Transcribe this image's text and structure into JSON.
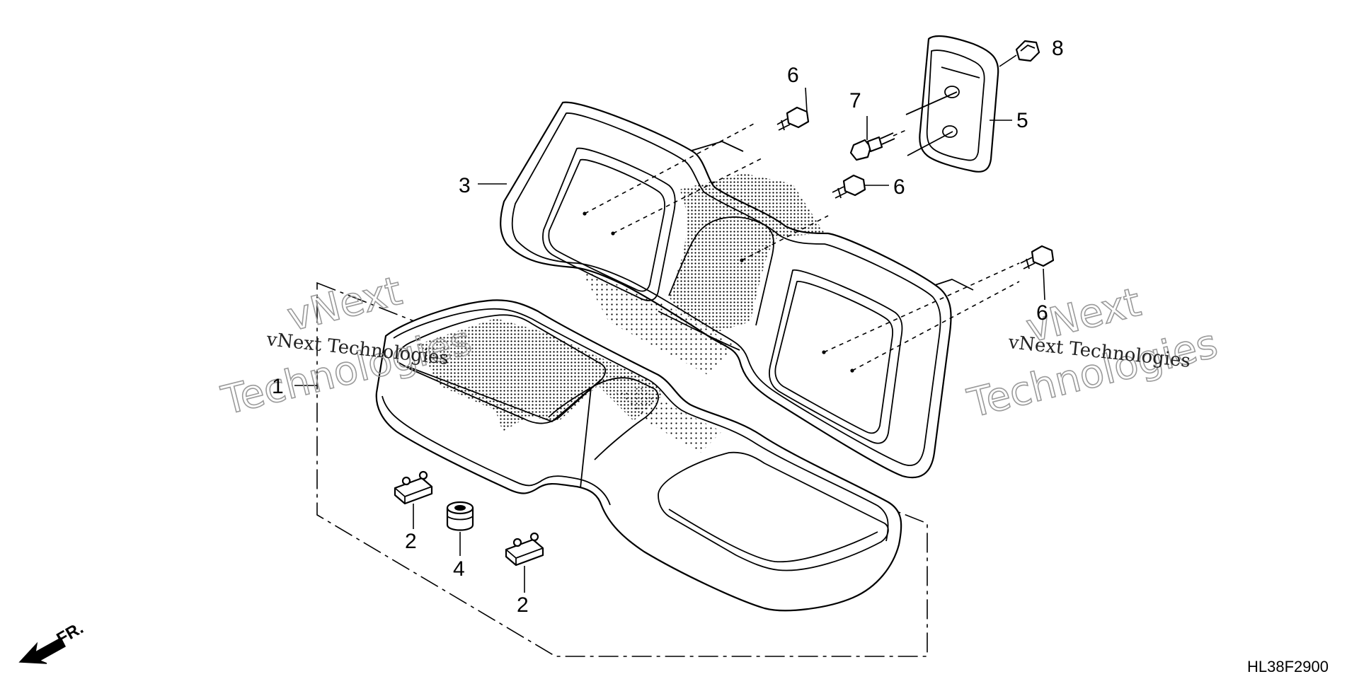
{
  "diagram_code": "HL38F2900",
  "direction_label": "FR.",
  "watermark": {
    "line1": "vNext",
    "line2": "Technologies",
    "caption": "vNext Technologies"
  },
  "callouts": {
    "p1": "1",
    "p2a": "2",
    "p2b": "2",
    "p3": "3",
    "p4": "4",
    "p5": "5",
    "p6a": "6",
    "p6b": "6",
    "p6c": "6",
    "p7": "7",
    "p8": "8"
  }
}
